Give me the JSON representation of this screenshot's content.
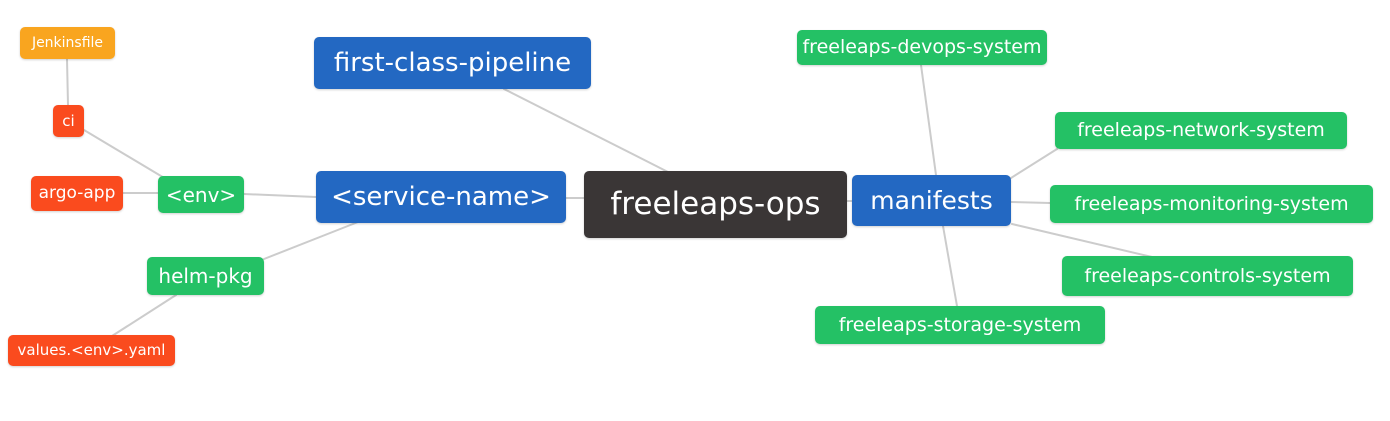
{
  "diagram": {
    "type": "mindmap",
    "root_label": "freeleaps-ops"
  },
  "colors": {
    "canvas": "#ffffff",
    "edge": "#cccccc",
    "text": "#ffffff",
    "root": "#3a3636",
    "level1": "#2368c2",
    "level2": "#24c165",
    "level3": "#fa4b1e",
    "level4": "#f9a51f"
  },
  "nodes": [
    {
      "id": "freeleaps-ops",
      "label": "freeleaps-ops",
      "level": 0,
      "parent": null
    },
    {
      "id": "first-class-pipeline",
      "label": "first-class-pipeline",
      "level": 1,
      "parent": "freeleaps-ops"
    },
    {
      "id": "service-name",
      "label": "<service-name>",
      "level": 1,
      "parent": "freeleaps-ops"
    },
    {
      "id": "manifests",
      "label": "manifests",
      "level": 1,
      "parent": "freeleaps-ops"
    },
    {
      "id": "env",
      "label": "<env>",
      "level": 2,
      "parent": "service-name"
    },
    {
      "id": "helm-pkg",
      "label": "helm-pkg",
      "level": 2,
      "parent": "service-name"
    },
    {
      "id": "ci",
      "label": "ci",
      "level": 3,
      "parent": "env"
    },
    {
      "id": "argo-app",
      "label": "argo-app",
      "level": 3,
      "parent": "env"
    },
    {
      "id": "jenkinsfile",
      "label": "Jenkinsfile",
      "level": 4,
      "parent": "ci"
    },
    {
      "id": "values-env-yaml",
      "label": "values.<env>.yaml",
      "level": 3,
      "parent": "helm-pkg"
    },
    {
      "id": "freeleaps-devops-system",
      "label": "freeleaps-devops-system",
      "level": 2,
      "parent": "manifests"
    },
    {
      "id": "freeleaps-network-system",
      "label": "freeleaps-network-system",
      "level": 2,
      "parent": "manifests"
    },
    {
      "id": "freeleaps-monitoring-system",
      "label": "freeleaps-monitoring-system",
      "level": 2,
      "parent": "manifests"
    },
    {
      "id": "freeleaps-controls-system",
      "label": "freeleaps-controls-system",
      "level": 2,
      "parent": "manifests"
    },
    {
      "id": "freeleaps-storage-system",
      "label": "freeleaps-storage-system",
      "level": 2,
      "parent": "manifests"
    }
  ]
}
